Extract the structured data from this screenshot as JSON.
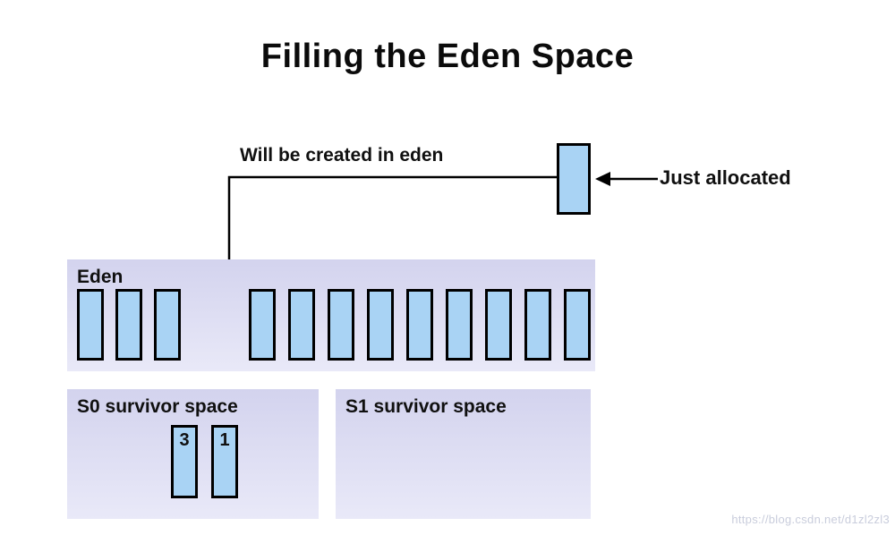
{
  "title": "Filling the Eden Space",
  "annotations": {
    "will_be_created": "Will be created in eden",
    "just_allocated": "Just allocated"
  },
  "eden": {
    "label": "Eden",
    "left_objects": 3,
    "right_objects": 9
  },
  "s0": {
    "label": "S0 survivor space",
    "objects": [
      "3",
      "1"
    ]
  },
  "s1": {
    "label": "S1 survivor space"
  },
  "watermark": "https://blog.csdn.net/d1zl2zl3",
  "colors": {
    "region_top": "#d3d3ee",
    "region_bottom": "#e9e9f8",
    "object_fill": "#a9d3f4",
    "object_border": "#000000",
    "arrow": "#000000"
  }
}
